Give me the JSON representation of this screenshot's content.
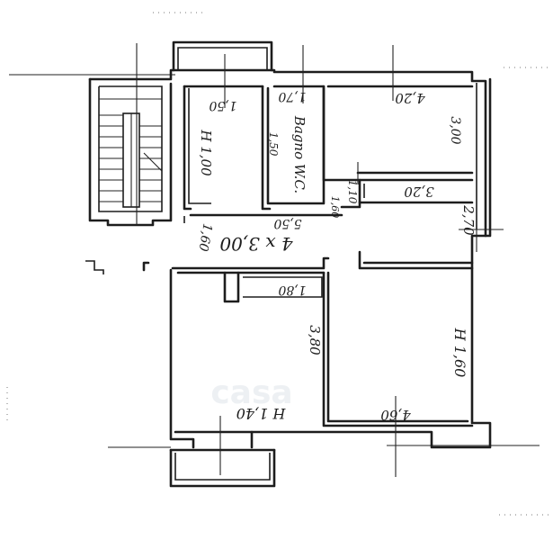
{
  "labels": {
    "room_a_width": "1,50",
    "room_a_height": "H 1,00",
    "wc_width": "1,70",
    "wc_name": "Bagno W.C.",
    "wc_depth": "1,50",
    "room_b_width": "4,20",
    "room_b_depth": "3,00",
    "closet_width": "3,20",
    "corridor_length": "5,50",
    "corridor_depth": "1,60",
    "corridor_area": "4 x 3,00",
    "stair_gap": "2,70",
    "closet_small": "1,80",
    "room_c_depth": "3,80",
    "room_c_width": "H 1,40",
    "room_d_height": "H 1,60",
    "room_d_width": "4,60",
    "wc_extra": "1,10"
  },
  "watermark": "casa"
}
